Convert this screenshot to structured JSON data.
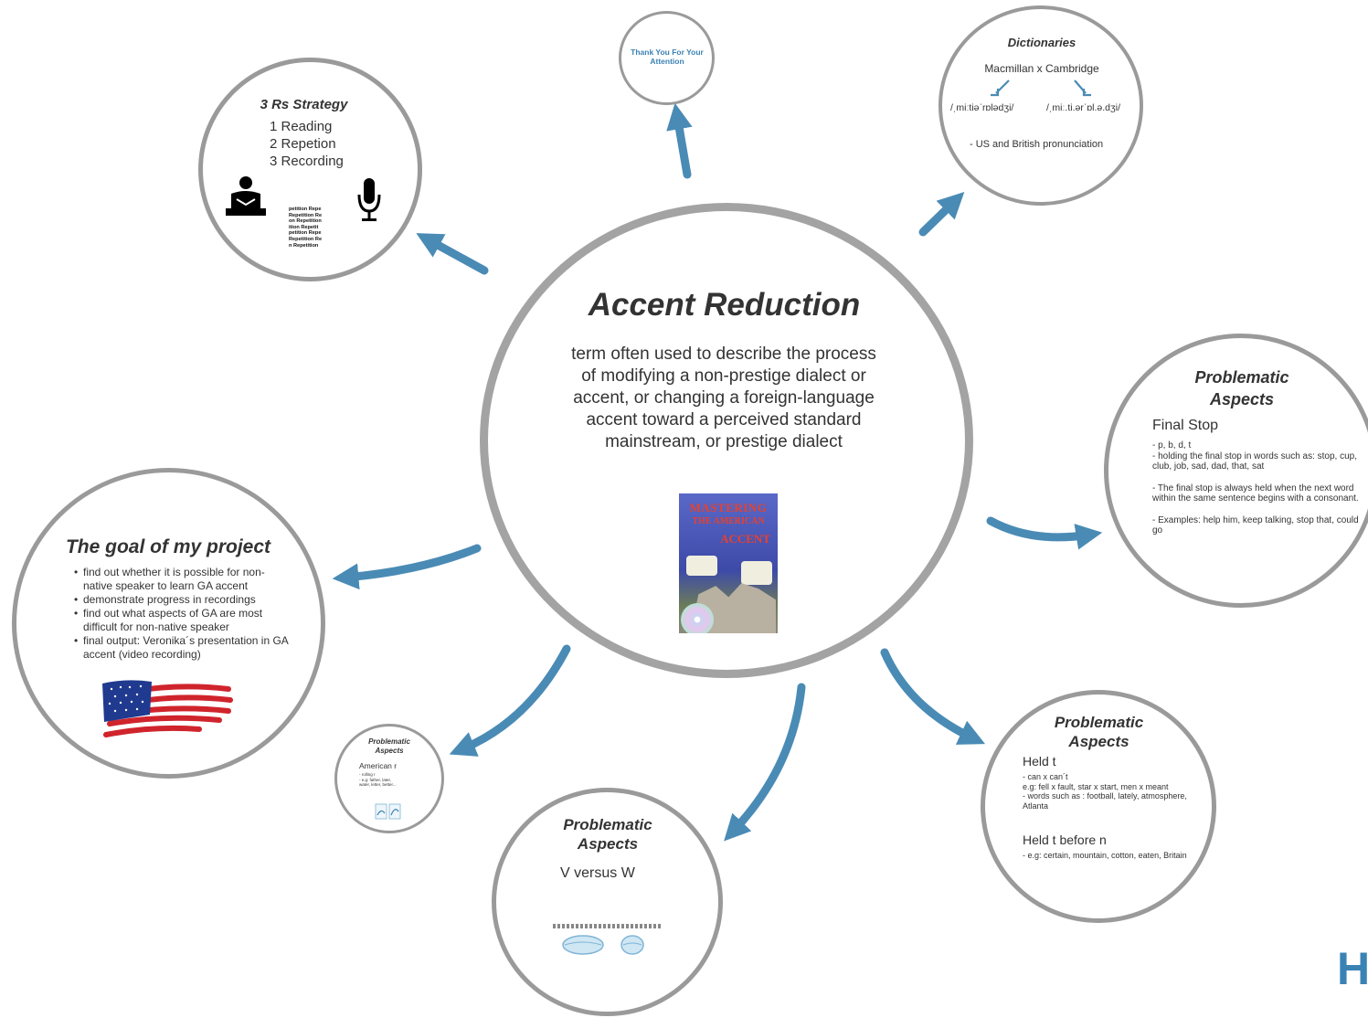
{
  "colors": {
    "arrow": "#4a8bb5",
    "ring": "#9a9a9a",
    "text": "#333333",
    "accent_blue": "#3b82b4"
  },
  "center": {
    "title": "Accent Reduction",
    "body": "term often used to describe the process of modifying a non-prestige dialect or accent, or changing a foreign-language accent toward a perceived standard mainstream, or prestige dialect",
    "book": {
      "line1": "MASTERING",
      "line2": "THE AMERICAN",
      "line3": "ACCENT"
    }
  },
  "thanks": {
    "text": "Thank You For Your Attention"
  },
  "dictionaries": {
    "title": "Dictionaries",
    "subtitle": "Macmillan x Cambridge",
    "us_ipa": "/ˌmiːtiəˈrɒlədʒi/",
    "uk_ipa": "/ˌmiː.ti.ərˈɒl.ə.dʒi/",
    "note": "- US and British pronunciation"
  },
  "strategy": {
    "title": "3 Rs Strategy",
    "items": [
      "1 Reading",
      "2 Repetion",
      "3 Recording"
    ],
    "repetition_text": [
      "petition Repe",
      "Repetition Re",
      "on Repetition",
      "ition Repetit",
      "petition Repe",
      "Repetition Re",
      "n Repetition"
    ]
  },
  "goal": {
    "title": "The goal of my project",
    "items": [
      "find out whether it is possible for non-native speaker to learn GA accent",
      "demonstrate progress in recordings",
      "find out what aspects of GA are most difficult for non-native speaker",
      "final output: Veronika´s presentation in GA accent (video recording)"
    ]
  },
  "final_stop": {
    "title": "Problematic Aspects",
    "heading": "Final Stop",
    "lines": [
      "- p, b, d, t",
      "- holding  the final stop in words such as: stop, cup, club, job, sad, dad, that, sat",
      "- The final stop is always held when the next word within the same sentence begins with a consonant.",
      "- Examples: help him, keep talking, stop that, could go"
    ]
  },
  "held_t": {
    "title": "Problematic Aspects",
    "heading1": "Held t",
    "lines1": [
      "- can x can´t",
      "e.g: fell x fault, star x start, men x meant",
      "- words such as : football, lately, atmosphere, Atlanta"
    ],
    "heading2": "Held t before n",
    "lines2": [
      "- e.g: certain, mountain, cotton, eaten, Britain"
    ]
  },
  "v_w": {
    "title": "Problematic Aspects",
    "heading": "V versus W"
  },
  "american_r": {
    "title": "Problematic Aspects",
    "heading": "American r",
    "lines": [
      "- rolling r",
      "- e.g: father, later,",
      "water, letter, better..."
    ]
  },
  "partial_letter": "H"
}
